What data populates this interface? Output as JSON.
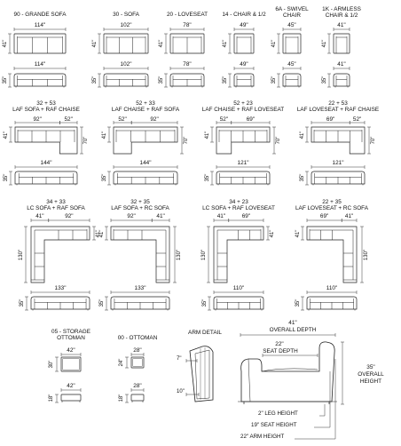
{
  "products": [
    {
      "id": "p90",
      "title": [
        "90 - GRANDE SOFA"
      ],
      "w_top": "114\"",
      "w_bot": "114\"",
      "depth": "41\"",
      "height": "35\""
    },
    {
      "id": "p30",
      "title": [
        "30 - SOFA"
      ],
      "w_top": "102\"",
      "w_bot": "102\"",
      "depth": "41\"",
      "height": "35\""
    },
    {
      "id": "p20",
      "title": [
        "20 - LOVESEAT"
      ],
      "w_top": "78\"",
      "w_bot": "78\"",
      "depth": "41\"",
      "height": "35\""
    },
    {
      "id": "p14",
      "title": [
        "14 - CHAIR & 1/2"
      ],
      "w_top": "49\"",
      "w_bot": "49\"",
      "depth": "41\"",
      "height": "35\""
    },
    {
      "id": "p6a",
      "title": [
        "6A - SWIVEL",
        "CHAIR"
      ],
      "w_top": "45\"",
      "w_bot": "45\"",
      "depth": "41\"",
      "height": "35\""
    },
    {
      "id": "p1k",
      "title": [
        "1K - ARMLESS",
        "CHAIR & 1/2"
      ],
      "w_top": "41\"",
      "w_bot": "41\"",
      "depth": "41\"",
      "height": "35\""
    },
    {
      "id": "s1",
      "title": [
        "32 + 53",
        "LAF SOFA + RAF CHAISE"
      ],
      "w1": "92\"",
      "w2": "52\"",
      "depth": "41\"",
      "chaise": "70\"",
      "w_bot": "144\"",
      "height": "35\""
    },
    {
      "id": "s2",
      "title": [
        "52 + 33",
        "LAF CHAISE + RAF SOFA"
      ],
      "w1": "52\"",
      "w2": "92\"",
      "depth": "41\"",
      "chaise": "70\"",
      "w_bot": "144\"",
      "height": "35\""
    },
    {
      "id": "s3",
      "title": [
        "52 + 23",
        "LAF CHAISE + RAF LOVESEAT"
      ],
      "w1": "52\"",
      "w2": "69\"",
      "depth": "41\"",
      "chaise": "70\"",
      "w_bot": "121\"",
      "height": "35\""
    },
    {
      "id": "s4",
      "title": [
        "22 + 53",
        "LAF LOVESEAT + RAF CHAISE"
      ],
      "w1": "69\"",
      "w2": "52\"",
      "depth": "41\"",
      "chaise": "70\"",
      "w_bot": "121\"",
      "height": "35\""
    },
    {
      "id": "u1",
      "title": [
        "34 + 33",
        "LC SOFA + RAF SOFA"
      ],
      "w1": "41\"",
      "w2": "92\"",
      "depth": "41\"",
      "side": "130\"",
      "w_bot": "133\"",
      "height": "35\""
    },
    {
      "id": "u2",
      "title": [
        "32 + 35",
        "LAF SOFA + RC SOFA"
      ],
      "w1": "92\"",
      "w2": "41\"",
      "depth": "41\"",
      "side": "130\"",
      "w_bot": "133\"",
      "height": "35\""
    },
    {
      "id": "u3",
      "title": [
        "34 + 23",
        "LC SOFA + RAF LOVESEAT"
      ],
      "w1": "41\"",
      "w2": "69\"",
      "depth": "41\"",
      "side": "130\"",
      "w_bot": "110\"",
      "height": "35\""
    },
    {
      "id": "u4",
      "title": [
        "22 + 35",
        "LAF LOVESEAT + RC SOFA"
      ],
      "w1": "69\"",
      "w2": "41\"",
      "depth": "41\"",
      "side": "130\"",
      "w_bot": "110\"",
      "height": "35\""
    },
    {
      "id": "o5",
      "title": [
        "05 - STORAGE",
        "OTTOMAN"
      ],
      "w_top": "42\"",
      "w_bot": "42\"",
      "depth": "30\"",
      "height": "18\""
    },
    {
      "id": "o0",
      "title": [
        "00 - OTTOMAN"
      ],
      "w_top": "28\"",
      "w_bot": "28\"",
      "depth": "24\"",
      "height": "18\""
    }
  ],
  "arm_detail": {
    "title": "ARM DETAIL",
    "top": "7\"",
    "bottom": "10\""
  },
  "profile": {
    "overall_depth_value": "41\"",
    "overall_depth_label": "OVERALL DEPTH",
    "seat_depth_value": "22\"",
    "seat_depth_label": "SEAT DEPTH",
    "overall_height_value": "35\"",
    "overall_height_label_1": "OVERALL",
    "overall_height_label_2": "HEIGHT",
    "leg_height": "2\" LEG HEIGHT",
    "seat_height": "19\" SEAT HEIGHT",
    "arm_height": "22\" ARM HEIGHT"
  }
}
